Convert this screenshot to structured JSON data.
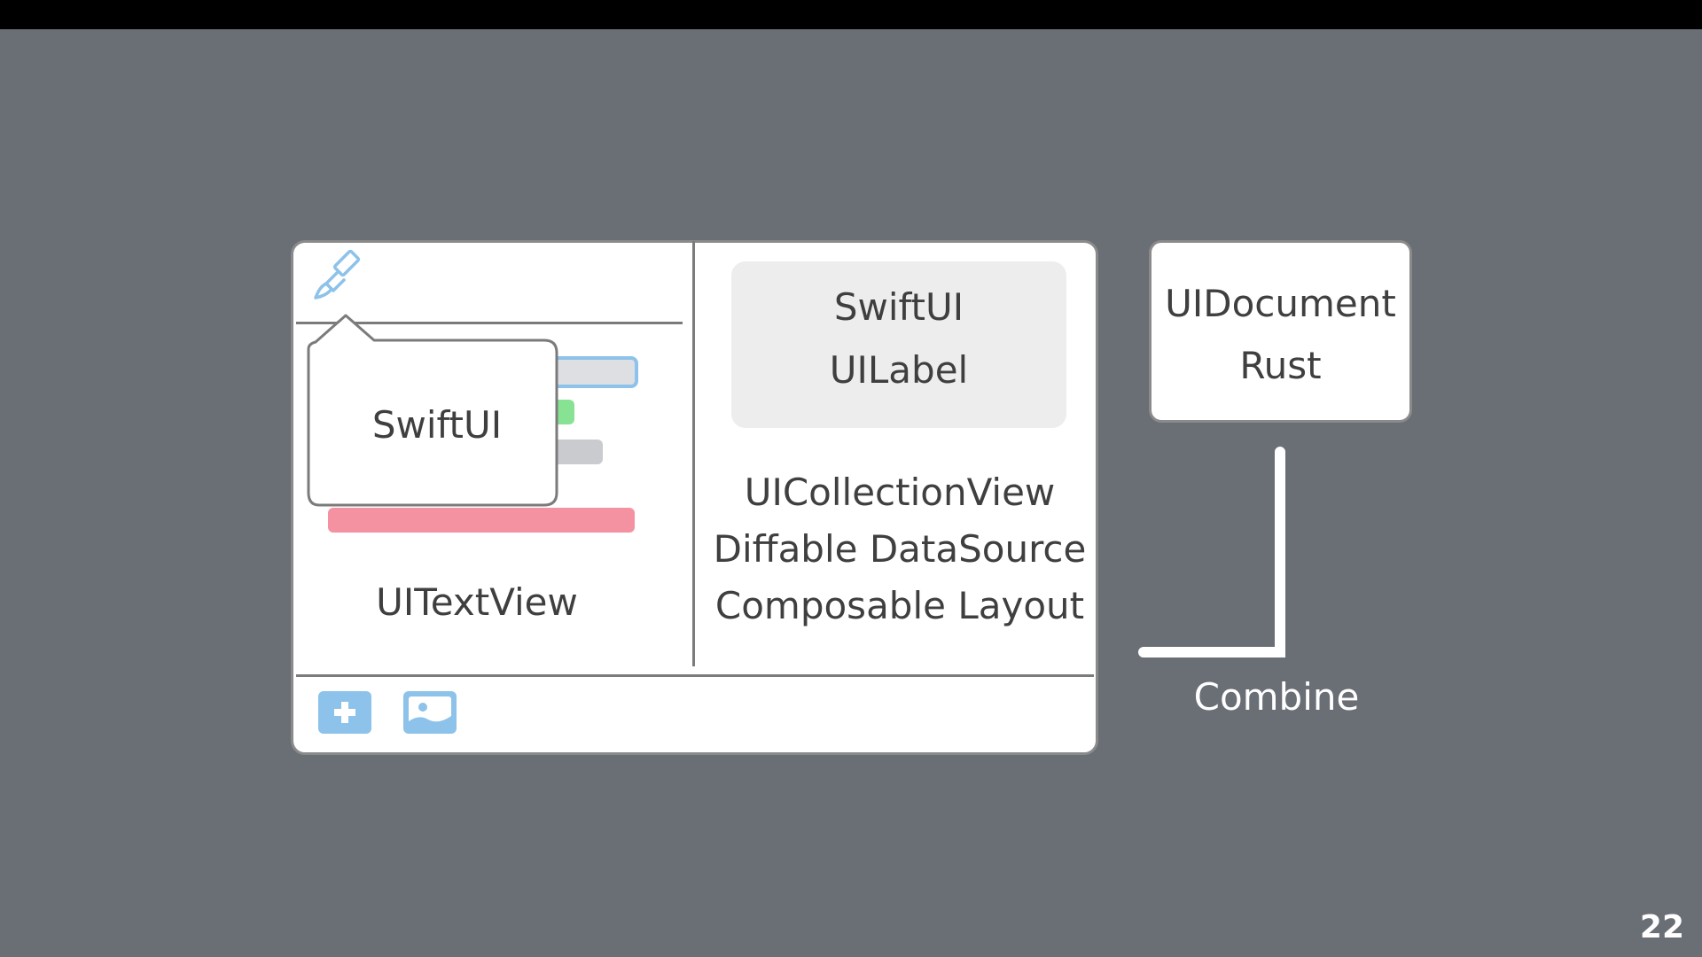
{
  "slide": {
    "page_number": "22"
  },
  "editor_card": {
    "popover_label": "SwiftUI",
    "text_view_label": "UITextView",
    "toolbar": {
      "add_icon": "plus-square-icon",
      "image_icon": "image-icon"
    },
    "header_icon": "paintbrush-icon",
    "preview_box": {
      "line1": "SwiftUI",
      "line2": "UILabel"
    },
    "collection_view": {
      "line1": "UICollectionView",
      "line2": "Diffable DataSource",
      "line3": "Composable Layout"
    }
  },
  "document_card": {
    "line1": "UIDocument",
    "line2": "Rust"
  },
  "connector": {
    "label": "Combine"
  },
  "colors": {
    "background": "#6a6e75",
    "accent_blue": "#8dc2ea",
    "bar_green": "#88e293",
    "bar_red": "#f592a2",
    "bar_gray": "#c9cbcf"
  }
}
